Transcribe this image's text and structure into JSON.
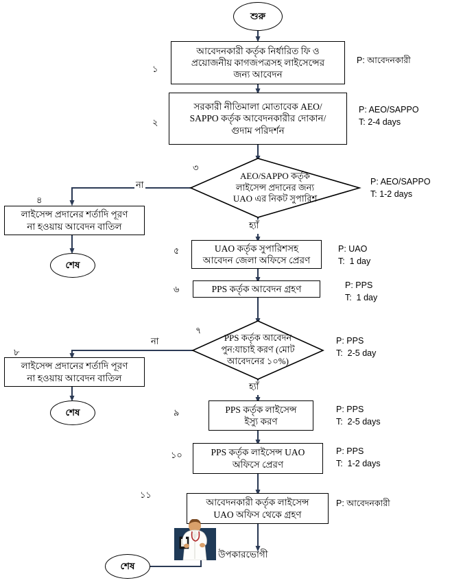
{
  "diagram": {
    "title": "License Issuance Process Flowchart (Bengali)",
    "line_color": "#2b3a55",
    "box_border_color": "#000000",
    "figure_bg_color": "#1f3a57"
  },
  "nodes": {
    "start": {
      "label": "শুরু",
      "shape": "terminator"
    },
    "step1": {
      "number": "১",
      "lines": [
        "আবেদনকারী কর্তৃক নির্ধারিত ফি ও",
        "প্রয়োজনীয় কাগজপত্রসহ লাইসেন্সের",
        "জন্য আবেদন"
      ],
      "shape": "process"
    },
    "step2": {
      "number": "২",
      "lines": [
        "সরকারী নীতিমালা মোতাবেক AEO/",
        "SAPPO কর্তৃক আবেদনকারীর দোকান/",
        "গুদাম পরিদর্শন"
      ],
      "shape": "process"
    },
    "step3": {
      "number": "৩",
      "lines": [
        "AEO/SAPPO কর্তৃক",
        "লাইসেন্স প্রদানের জন্য",
        "UAO এর নিকট সুপারিশ"
      ],
      "shape": "decision",
      "yes_label": "হ্যাঁ",
      "no_label": "না"
    },
    "step4": {
      "number": "৪",
      "lines": [
        "লাইসেন্স প্রদানের শর্তাদি পূরণ",
        "না হওয়ায়  আবেদন বাতিল"
      ],
      "shape": "process"
    },
    "end1": {
      "label": "শেষ",
      "shape": "terminator"
    },
    "step5": {
      "number": "৫",
      "lines": [
        "UAO কর্তৃক সুপারিশসহ",
        "আবেদন জেলা অফিসে প্রেরণ"
      ],
      "shape": "process"
    },
    "step6": {
      "number": "৬",
      "lines": [
        "PPS কর্তৃক আবেদন গ্রহণ"
      ],
      "shape": "process"
    },
    "step7": {
      "number": "৭",
      "lines": [
        "PPS কর্তৃক আবেদন",
        "পুন:যাচাই করণ (মোট",
        "আবেদনের ১০%)"
      ],
      "shape": "decision",
      "yes_label": "হ্যাঁ",
      "no_label": "না"
    },
    "step8": {
      "number": "৮",
      "lines": [
        "লাইসেন্স প্রদানের শর্তাদি পূরণ",
        "না হওয়ায়  আবেদন বাতিল"
      ],
      "shape": "process"
    },
    "end2": {
      "label": "শেষ",
      "shape": "terminator"
    },
    "step9": {
      "number": "৯",
      "lines": [
        "PPS কর্তৃক লাইসেন্স",
        "ইস্যু করণ"
      ],
      "shape": "process"
    },
    "step10": {
      "number": "১০",
      "lines": [
        "PPS কর্তৃক লাইসেন্স UAO",
        "অফিসে প্রেরণ"
      ],
      "shape": "process"
    },
    "step11": {
      "number": "১১",
      "lines": [
        "আবেদনকারী কর্তৃক লাইসেন্স",
        "UAO অফিস থেকে গ্রহণ"
      ],
      "shape": "process"
    },
    "end3": {
      "label": "শেষ",
      "shape": "terminator"
    },
    "beneficiary": {
      "caption": "উপকারভোগী",
      "icon": "person-icon"
    }
  },
  "side_notes": {
    "note1": "P: আবেদনকারী",
    "note2": "P: AEO/SAPPO\nT: 2-4 days",
    "note3": "P: AEO/SAPPO\nT: 1-2 days",
    "note5": "P: UAO\nT:  1 day",
    "note6": "P: PPS\nT:  1 day",
    "note7": "P: PPS\nT:  2-5 day",
    "note9": "P: PPS\nT:  2-5 days",
    "note10": "P: PPS\nT:  1-2 days",
    "note11": "P: আবেদনকারী"
  }
}
